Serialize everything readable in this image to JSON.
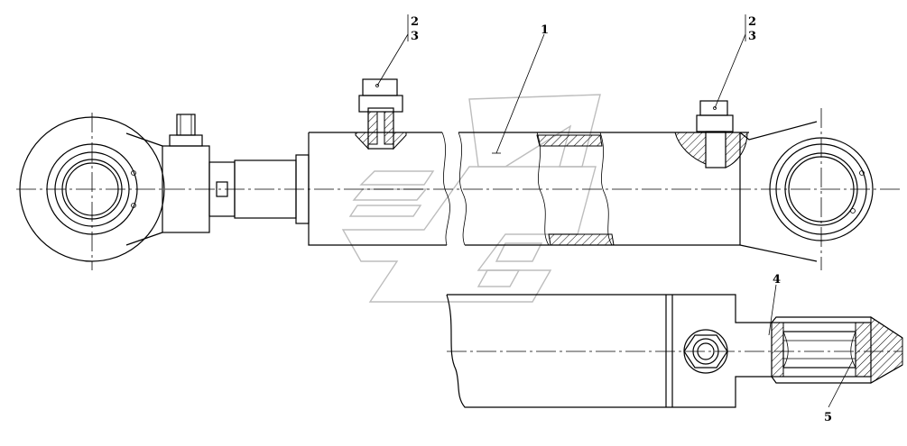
{
  "callouts": {
    "part_1": "1",
    "part_2_left": "2",
    "part_3_left": "3",
    "part_2_right": "2",
    "part_3_right": "3",
    "part_4": "4",
    "part_5": "5"
  },
  "colors": {
    "line": "#000000",
    "watermark": "#bdbdbd",
    "background": "#ffffff"
  }
}
